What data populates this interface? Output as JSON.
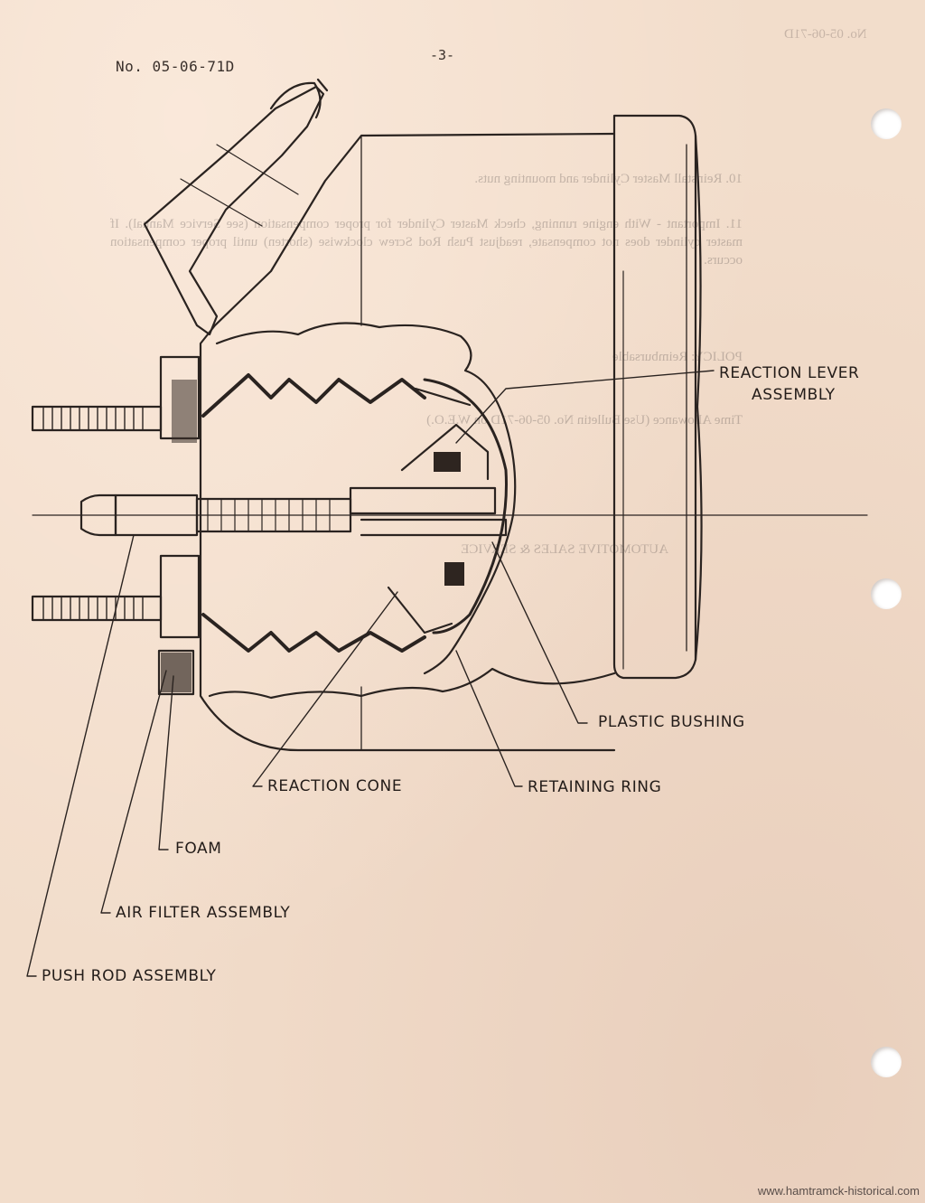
{
  "header": {
    "doc_number": "No. 05-06-71D",
    "page_number": "-3-",
    "reverse_header": "No. 05-06-71D"
  },
  "bleed_through": {
    "line1": "10. Reinstall Master Cylinder and mounting nuts.",
    "line2": "11. Important - With engine running, check Master Cylinder for proper compensation (see Service Manual). If master cylinder does not compensate, readjust Push Rod Screw clockwise (shorten) until proper compensation occurs.",
    "line3": "POLICY: Reimbursable",
    "line4": "Time Allowance (Use Bulletin No. 05-06-71D on W.E.O.)",
    "line5": "AUTOMOTIVE SALES & SERVICE"
  },
  "labels": {
    "reaction_lever_line1": "REACTION LEVER",
    "reaction_lever_line2": "ASSEMBLY",
    "plastic_bushing": "PLASTIC BUSHING",
    "reaction_cone": "REACTION CONE",
    "retaining_ring": "RETAINING RING",
    "foam": "FOAM",
    "air_filter": "AIR FILTER ASSEMBLY",
    "push_rod": "PUSH ROD ASSEMBLY"
  },
  "footer": {
    "watermark": "www.hamtramck-historical.com"
  }
}
